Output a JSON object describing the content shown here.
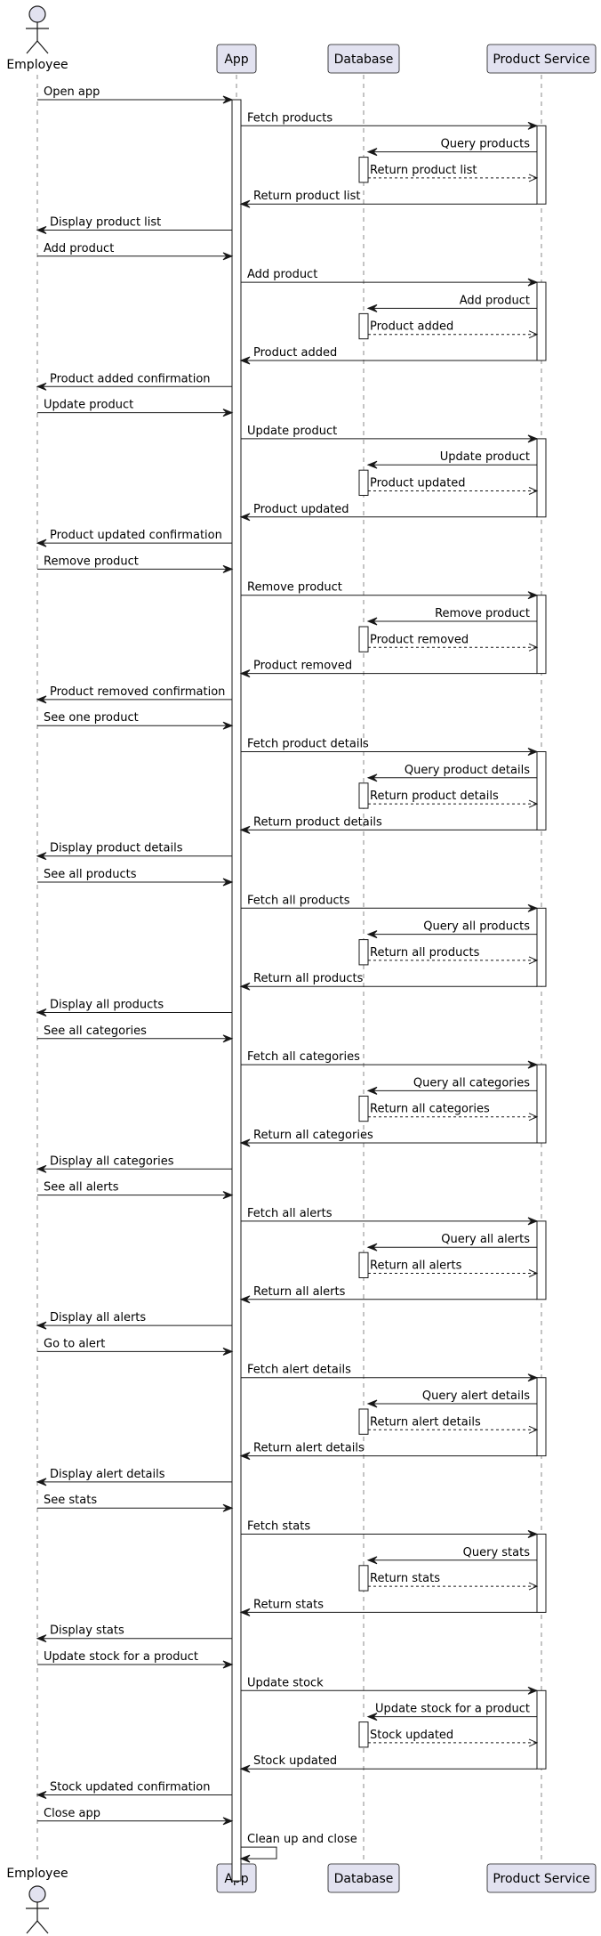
{
  "participants": [
    {
      "id": "employee",
      "label": "Employee",
      "kind": "actor"
    },
    {
      "id": "app",
      "label": "App",
      "kind": "participant"
    },
    {
      "id": "database",
      "label": "Database",
      "kind": "participant"
    },
    {
      "id": "service",
      "label": "Product Service",
      "kind": "participant"
    }
  ],
  "messages": [
    {
      "from": "employee",
      "to": "app",
      "text": "Open app"
    },
    {
      "from": "app",
      "to": "service",
      "text": "Fetch products"
    },
    {
      "from": "service",
      "to": "database",
      "text": "Query products"
    },
    {
      "from": "database",
      "to": "service",
      "text": "Return product list",
      "reply": true
    },
    {
      "from": "service",
      "to": "app",
      "text": "Return product list",
      "reply": false
    },
    {
      "from": "app",
      "to": "employee",
      "text": "Display product list"
    },
    {
      "from": "employee",
      "to": "app",
      "text": "Add product"
    },
    {
      "from": "app",
      "to": "service",
      "text": "Add product"
    },
    {
      "from": "service",
      "to": "database",
      "text": "Add product"
    },
    {
      "from": "database",
      "to": "service",
      "text": "Product added",
      "reply": true
    },
    {
      "from": "service",
      "to": "app",
      "text": "Product added"
    },
    {
      "from": "app",
      "to": "employee",
      "text": "Product added confirmation"
    },
    {
      "from": "employee",
      "to": "app",
      "text": "Update product"
    },
    {
      "from": "app",
      "to": "service",
      "text": "Update product"
    },
    {
      "from": "service",
      "to": "database",
      "text": "Update product"
    },
    {
      "from": "database",
      "to": "service",
      "text": "Product updated",
      "reply": true
    },
    {
      "from": "service",
      "to": "app",
      "text": "Product updated"
    },
    {
      "from": "app",
      "to": "employee",
      "text": "Product updated confirmation"
    },
    {
      "from": "employee",
      "to": "app",
      "text": "Remove product"
    },
    {
      "from": "app",
      "to": "service",
      "text": "Remove product"
    },
    {
      "from": "service",
      "to": "database",
      "text": "Remove product"
    },
    {
      "from": "database",
      "to": "service",
      "text": "Product removed",
      "reply": true
    },
    {
      "from": "service",
      "to": "app",
      "text": "Product removed"
    },
    {
      "from": "app",
      "to": "employee",
      "text": "Product removed confirmation"
    },
    {
      "from": "employee",
      "to": "app",
      "text": "See one product"
    },
    {
      "from": "app",
      "to": "service",
      "text": "Fetch product details"
    },
    {
      "from": "service",
      "to": "database",
      "text": "Query product details"
    },
    {
      "from": "database",
      "to": "service",
      "text": "Return product details",
      "reply": true
    },
    {
      "from": "service",
      "to": "app",
      "text": "Return product details"
    },
    {
      "from": "app",
      "to": "employee",
      "text": "Display product details"
    },
    {
      "from": "employee",
      "to": "app",
      "text": "See all products"
    },
    {
      "from": "app",
      "to": "service",
      "text": "Fetch all products"
    },
    {
      "from": "service",
      "to": "database",
      "text": "Query all products"
    },
    {
      "from": "database",
      "to": "service",
      "text": "Return all products",
      "reply": true
    },
    {
      "from": "service",
      "to": "app",
      "text": "Return all products"
    },
    {
      "from": "app",
      "to": "employee",
      "text": "Display all products"
    },
    {
      "from": "employee",
      "to": "app",
      "text": "See all categories"
    },
    {
      "from": "app",
      "to": "service",
      "text": "Fetch all categories"
    },
    {
      "from": "service",
      "to": "database",
      "text": "Query all categories"
    },
    {
      "from": "database",
      "to": "service",
      "text": "Return all categories",
      "reply": true
    },
    {
      "from": "service",
      "to": "app",
      "text": "Return all categories"
    },
    {
      "from": "app",
      "to": "employee",
      "text": "Display all categories"
    },
    {
      "from": "employee",
      "to": "app",
      "text": "See all alerts"
    },
    {
      "from": "app",
      "to": "service",
      "text": "Fetch all alerts"
    },
    {
      "from": "service",
      "to": "database",
      "text": "Query all alerts"
    },
    {
      "from": "database",
      "to": "service",
      "text": "Return all alerts",
      "reply": true
    },
    {
      "from": "service",
      "to": "app",
      "text": "Return all alerts"
    },
    {
      "from": "app",
      "to": "employee",
      "text": "Display all alerts"
    },
    {
      "from": "employee",
      "to": "app",
      "text": "Go to alert"
    },
    {
      "from": "app",
      "to": "service",
      "text": "Fetch alert details"
    },
    {
      "from": "service",
      "to": "database",
      "text": "Query alert details"
    },
    {
      "from": "database",
      "to": "service",
      "text": "Return alert details",
      "reply": true
    },
    {
      "from": "service",
      "to": "app",
      "text": "Return alert details"
    },
    {
      "from": "app",
      "to": "employee",
      "text": "Display alert details"
    },
    {
      "from": "employee",
      "to": "app",
      "text": "See stats"
    },
    {
      "from": "app",
      "to": "service",
      "text": "Fetch stats"
    },
    {
      "from": "service",
      "to": "database",
      "text": "Query stats"
    },
    {
      "from": "database",
      "to": "service",
      "text": "Return stats",
      "reply": true
    },
    {
      "from": "service",
      "to": "app",
      "text": "Return stats"
    },
    {
      "from": "app",
      "to": "employee",
      "text": "Display stats"
    },
    {
      "from": "employee",
      "to": "app",
      "text": "Update stock for a product"
    },
    {
      "from": "app",
      "to": "service",
      "text": "Update stock"
    },
    {
      "from": "service",
      "to": "database",
      "text": "Update stock for a product"
    },
    {
      "from": "database",
      "to": "service",
      "text": "Stock updated",
      "reply": true
    },
    {
      "from": "service",
      "to": "app",
      "text": "Stock updated"
    },
    {
      "from": "app",
      "to": "employee",
      "text": "Stock updated confirmation"
    },
    {
      "from": "employee",
      "to": "app",
      "text": "Close app"
    },
    {
      "from": "app",
      "to": "app",
      "text": "Clean up and close",
      "self": true
    }
  ],
  "colors": {
    "box_fill": "#e2e2f0",
    "box_stroke": "#181818",
    "lifeline": "#888888",
    "line": "#181818",
    "text": "#000000"
  }
}
